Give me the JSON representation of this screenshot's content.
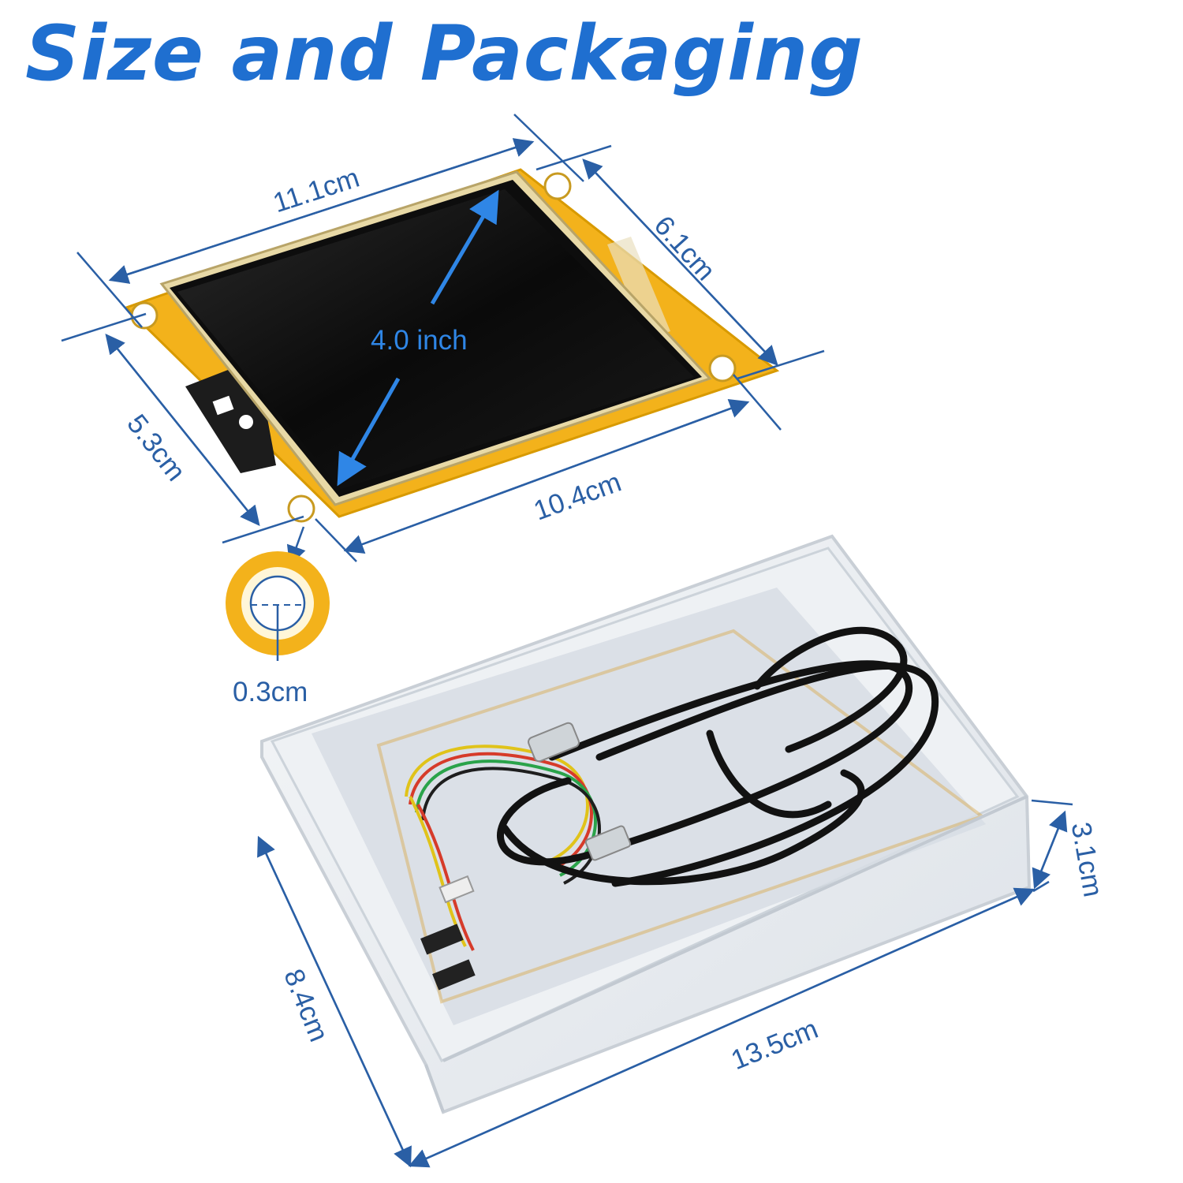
{
  "title": "Size and Packaging",
  "labels": {
    "pcb_length": "11.1cm",
    "pcb_width": "6.1cm",
    "pcb_height": "5.3cm",
    "pcb_bottom": "10.4cm",
    "screen_diagonal": "4.0 inch",
    "hole_diameter": "0.3cm",
    "box_depth": "3.1cm",
    "box_width": "8.4cm",
    "box_length": "13.5cm"
  },
  "colors": {
    "title": "#1f6fd0",
    "dimension_line": "#2a5fa5",
    "diagonal_arrow": "#2f86e6",
    "pcb": "#f5b400",
    "screen": "#0c0c0c"
  }
}
